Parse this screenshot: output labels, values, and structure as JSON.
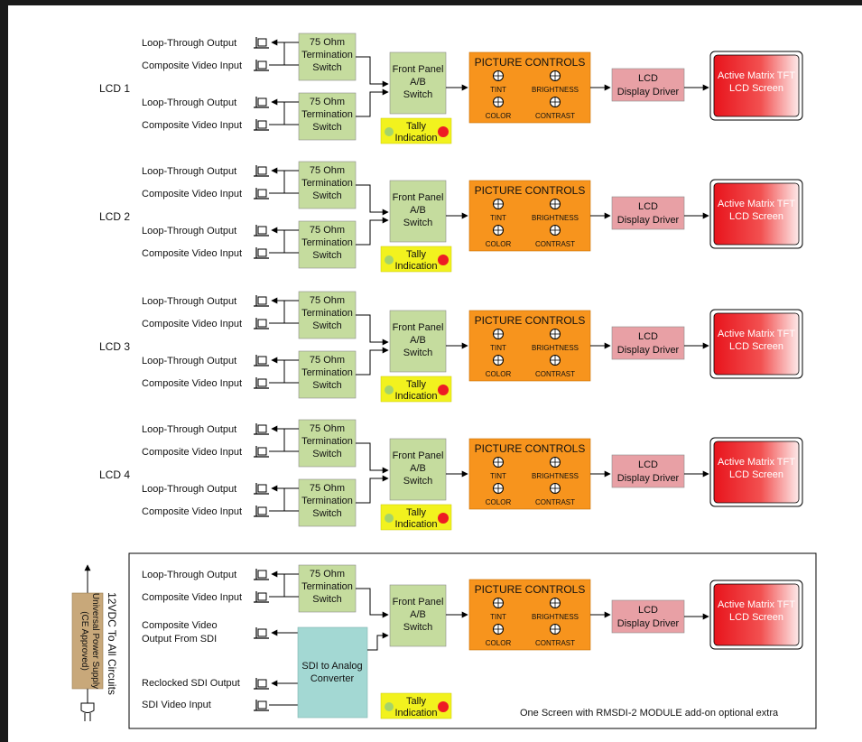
{
  "labels": {
    "loop_through_output": "Loop-Through Output",
    "composite_video_input": "Composite Video Input",
    "termination_line1": "75 Ohm",
    "termination_line2": "Termination",
    "termination_line3": "Switch",
    "front_panel_line1": "Front Panel",
    "front_panel_line2": "A/B",
    "front_panel_line3": "Switch",
    "tally_line1": "Tally",
    "tally_line2": "Indication",
    "picture_controls_title": "PICTURE CONTROLS",
    "tint": "TINT",
    "brightness": "BRIGHTNESS",
    "color": "COLOR",
    "contrast": "CONTRAST",
    "lcd_driver_line1": "LCD",
    "lcd_driver_line2": "Display Driver",
    "screen_line1": "Active Matrix TFT",
    "screen_line2": "LCD Screen"
  },
  "channels": [
    {
      "name": "LCD 1"
    },
    {
      "name": "LCD 2"
    },
    {
      "name": "LCD 3"
    },
    {
      "name": "LCD 4"
    }
  ],
  "module": {
    "sdi_output_line1": "Composite Video",
    "sdi_output_line2": "Output From SDI",
    "reclocked_sdi_output": "Reclocked SDI Output",
    "sdi_video_input": "SDI Video Input",
    "converter_line1": "SDI to Analog",
    "converter_line2": "Converter",
    "footnote": "One Screen with RMSDI-2 MODULE add-on optional extra"
  },
  "power": {
    "output_label": "12VDC To All Circuits",
    "supply_line1": "Universal Power Supply",
    "supply_line2": "(CE Approved)"
  },
  "colors": {
    "termination_green": "#c5dc9e",
    "picture_orange": "#f7941d",
    "driver_pink": "#e8a0a5",
    "tally_yellow": "#f2f21e",
    "tally_red": "#ee1c24",
    "tally_green_led": "#a5d46a",
    "converter_teal": "#a3d8d3",
    "power_tan": "#c8a87a"
  }
}
